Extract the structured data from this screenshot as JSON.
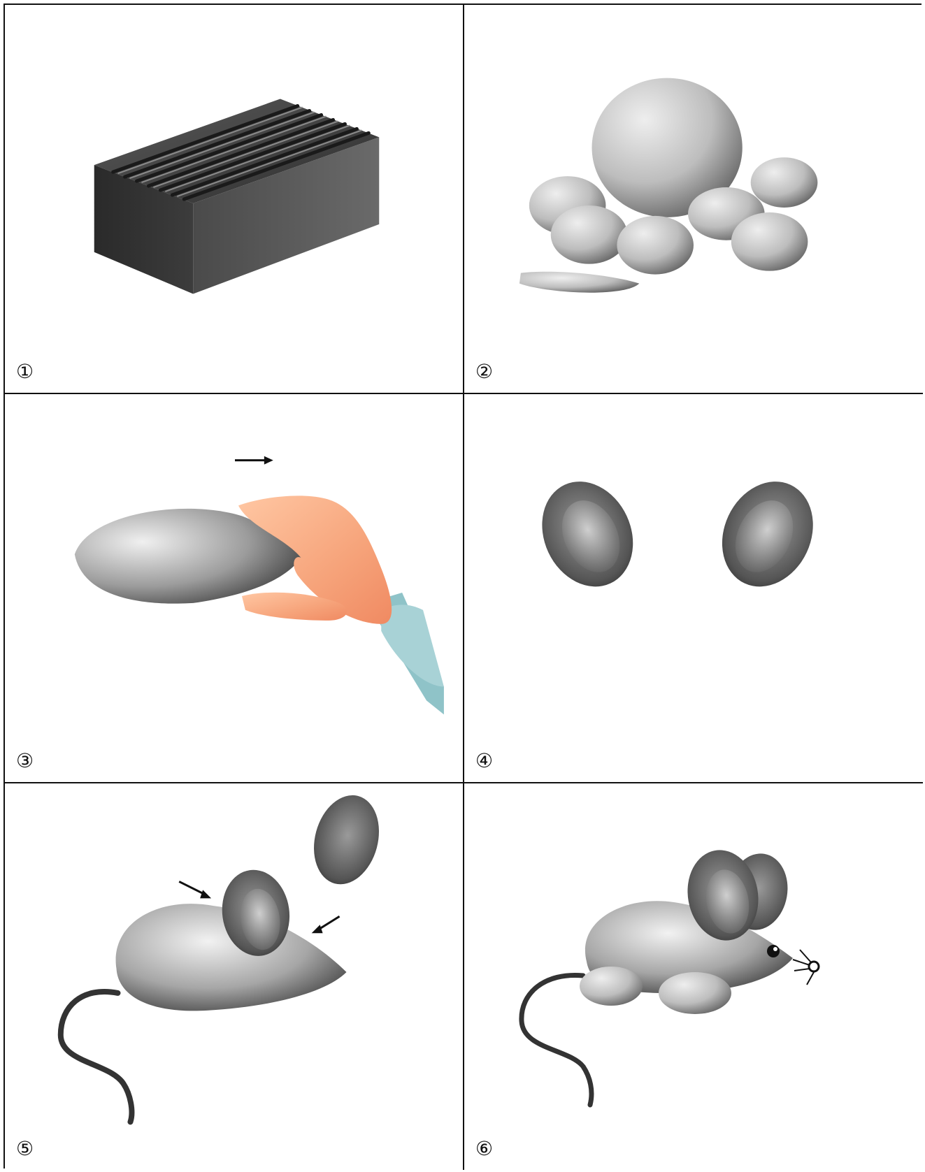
{
  "steps": [
    {
      "number": "①",
      "icon": "plasticine-block-icon"
    },
    {
      "number": "②",
      "icon": "plasticine-balls-icon"
    },
    {
      "number": "③",
      "icon": "pinching-body-icon"
    },
    {
      "number": "④",
      "icon": "mouse-ears-icon"
    },
    {
      "number": "⑤",
      "icon": "attaching-ears-icon"
    },
    {
      "number": "⑥",
      "icon": "finished-mouse-icon"
    }
  ],
  "colors": {
    "plasticine_dark": "#3a3a3a",
    "plasticine_light": "#e6e6e6",
    "skin": "#f6a37a",
    "sleeve": "#8fc3c8",
    "border": "#111111"
  }
}
